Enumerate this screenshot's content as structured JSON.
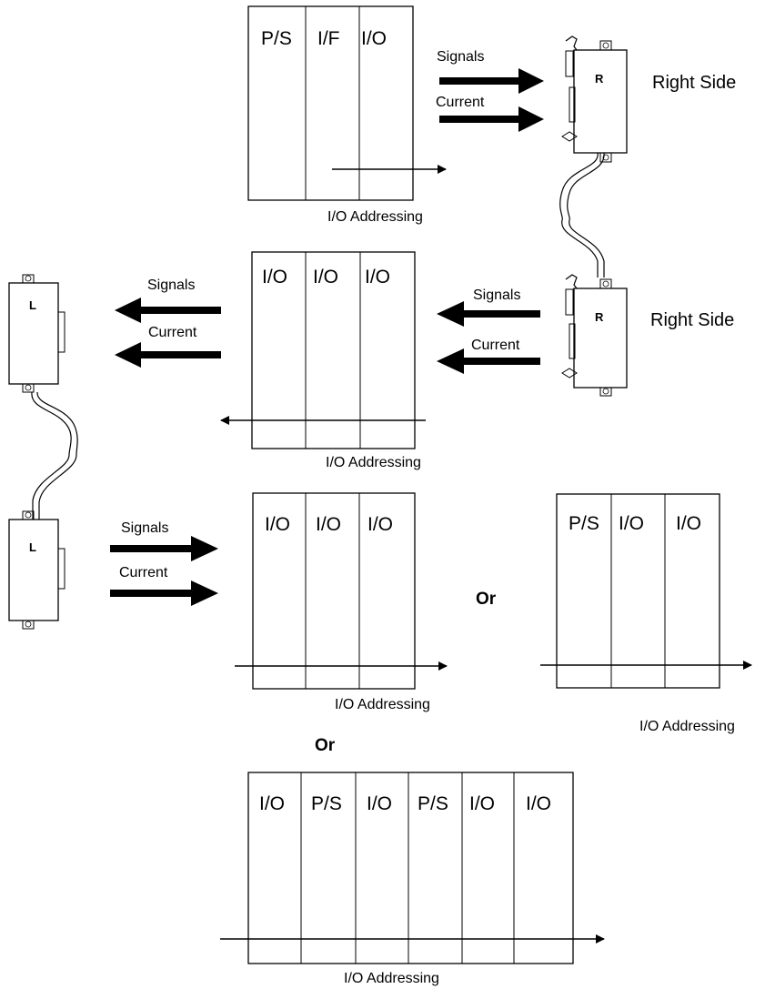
{
  "rack1": {
    "modules": [
      "P/S",
      "I/F",
      "I/O"
    ],
    "addressing": "I/O Addressing"
  },
  "rack2": {
    "modules": [
      "I/O",
      "I/O",
      "I/O"
    ],
    "addressing": "I/O Addressing"
  },
  "rack3": {
    "modules": [
      "I/O",
      "I/O",
      "I/O"
    ],
    "addressing": "I/O Addressing"
  },
  "rack4": {
    "modules": [
      "P/S",
      "I/O",
      "I/O"
    ],
    "addressing": "I/O Addressing"
  },
  "rack5": {
    "modules": [
      "I/O",
      "P/S",
      "I/O",
      "P/S",
      "I/O",
      "I/O"
    ],
    "addressing": "I/O Addressing"
  },
  "arrows": {
    "top_right": {
      "signals": "Signals",
      "current": "Current"
    },
    "mid_right": {
      "signals": "Signals",
      "current": "Current"
    },
    "mid_left": {
      "signals": "Signals",
      "current": "Current"
    },
    "bottom_left": {
      "signals": "Signals",
      "current": "Current"
    }
  },
  "connectors": {
    "right_top": {
      "letter": "R",
      "side_label": "Right Side"
    },
    "right_bottom": {
      "letter": "R",
      "side_label": "Right Side"
    },
    "left_top": {
      "letter": "L"
    },
    "left_bottom": {
      "letter": "L"
    }
  },
  "or_labels": {
    "first": "Or",
    "second": "Or"
  }
}
